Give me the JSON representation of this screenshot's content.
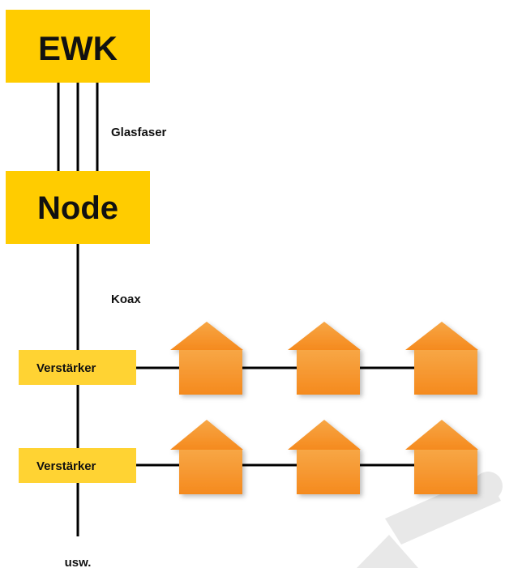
{
  "nodes": {
    "ewk": "EWK",
    "node": "Node"
  },
  "links": {
    "fiber": "Glasfaser",
    "coax": "Koax"
  },
  "amplifiers": [
    {
      "label": "Verstärker"
    },
    {
      "label": "Verstärker"
    }
  ],
  "footer": {
    "etc": "usw."
  },
  "houses_per_row": 3,
  "colors": {
    "box": "#ffcc00",
    "amp": "#ffd333",
    "house_top": "#f7a645",
    "house_bottom": "#f58a1e",
    "watermark": "#e8e8e8",
    "line": "#000000"
  }
}
